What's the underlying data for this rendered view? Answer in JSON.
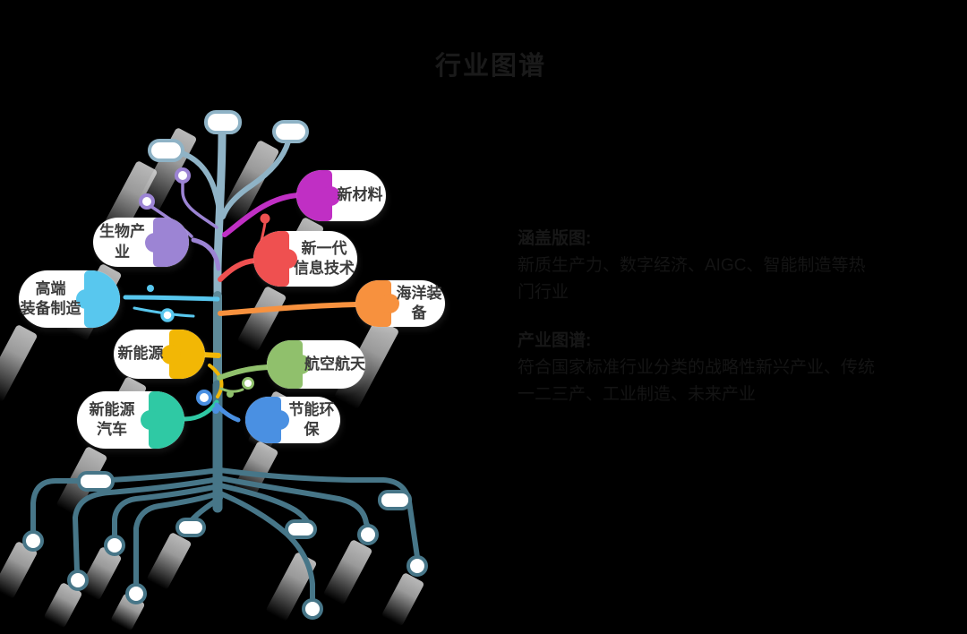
{
  "title": "行业图谱",
  "info_blocks": {
    "block1": {
      "heading": "涵盖版图:",
      "body": "新质生产力、数字经济、AIGC、智能制造等热门行业"
    },
    "block2": {
      "heading": "产业图谱:",
      "body": "符合国家标准行业分类的战略性新兴产业、传统一二三产、工业制造、未来产业"
    }
  },
  "tree": {
    "nodes": [
      {
        "id": "new-materials",
        "label": "新材料",
        "color": "#c02fc4",
        "side": "right"
      },
      {
        "id": "bio-industry",
        "label": "生物产业",
        "color": "#9c84d4",
        "side": "left"
      },
      {
        "id": "next-gen-it",
        "label": "新一代\n信息技术",
        "color": "#ef5050",
        "side": "right"
      },
      {
        "id": "high-end-equipment",
        "label": "高端\n装备制造",
        "color": "#58c7ee",
        "side": "left"
      },
      {
        "id": "marine-equipment",
        "label": "海洋装备",
        "color": "#f7913e",
        "side": "right"
      },
      {
        "id": "new-energy",
        "label": "新能源",
        "color": "#f2b705",
        "side": "left"
      },
      {
        "id": "aerospace",
        "label": "航空航天",
        "color": "#90c06c",
        "side": "right"
      },
      {
        "id": "new-energy-vehicles",
        "label": "新能源\n汽车",
        "color": "#2fc9a4",
        "side": "left"
      },
      {
        "id": "energy-saving-env",
        "label": "节能环保",
        "color": "#4a90e2",
        "side": "right"
      }
    ],
    "colors": {
      "trunk_top": "#8fb3c6",
      "trunk_mid": "#5e8a99",
      "roots": "#477688",
      "bud_fill": "#ffffff",
      "shadow_ribbon": "#c9c9c9",
      "node_text": "#3c3c3c",
      "background": "#000000"
    }
  }
}
